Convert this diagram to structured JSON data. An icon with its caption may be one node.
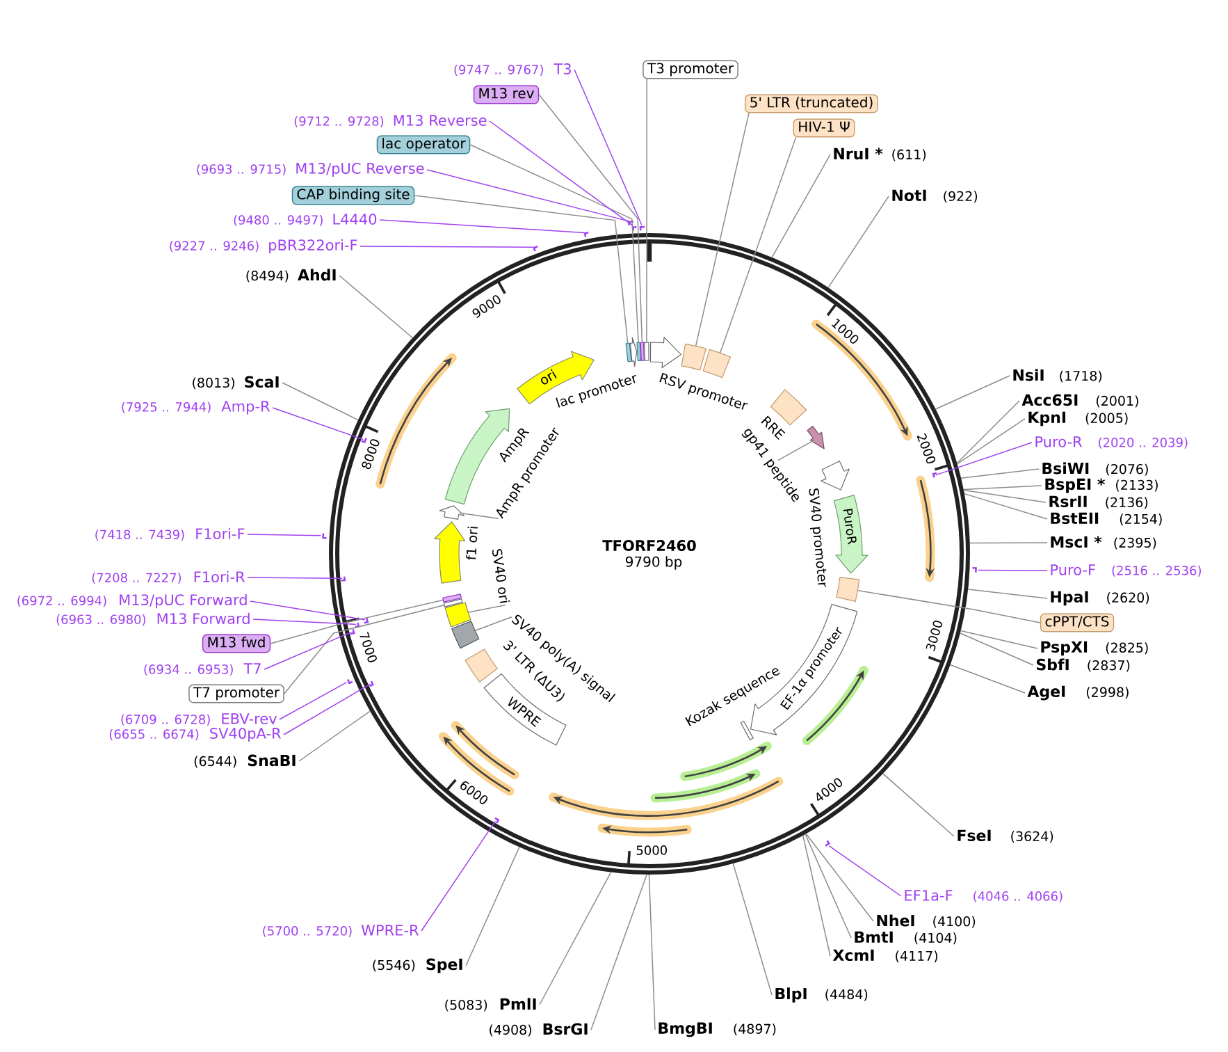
{
  "diagram": {
    "title": "TFORF2460",
    "nodes": [
      {
        "text": [
          "T3 promoter"
        ]
      },
      {
        "text": [
          "5' LTR (truncated)"
        ]
      },
      {
        "text": [
          "HIV-1 Ψ"
        ]
      },
      {
        "text": [
          "NruI *",
          "(611)"
        ]
      },
      {
        "text": [
          "NotI",
          "(922)"
        ]
      },
      {
        "text": [
          "NsiI",
          "(1718)"
        ]
      },
      {
        "text": [
          "Acc65I",
          "(2001)"
        ]
      },
      {
        "text": [
          "KpnI",
          "(2005)"
        ]
      },
      {
        "text": [
          "Puro-R",
          "(2020 .. 2039)"
        ]
      },
      {
        "text": [
          "BsiWI",
          "(2076)"
        ]
      },
      {
        "text": [
          "BspEI *",
          "(2133)"
        ]
      },
      {
        "text": [
          "RsrII",
          "(2136)"
        ]
      },
      {
        "text": [
          "BstEII",
          "(2154)"
        ]
      },
      {
        "text": [
          "MscI *",
          "(2395)"
        ]
      },
      {
        "text": [
          "Puro-F",
          "(2516 .. 2536)"
        ]
      },
      {
        "text": [
          "HpaI",
          "(2620)"
        ]
      },
      {
        "text": [
          "cPPT/CTS"
        ]
      },
      {
        "text": [
          "PspXI",
          "(2825)"
        ]
      },
      {
        "text": [
          "SbfI",
          "(2837)"
        ]
      },
      {
        "text": [
          "AgeI",
          "(2998)"
        ]
      },
      {
        "text": [
          "FseI",
          "(3624)"
        ]
      },
      {
        "text": [
          "EF1a-F",
          "(4046 .. 4066)"
        ]
      },
      {
        "text": [
          "NheI",
          "(4100)"
        ]
      },
      {
        "text": [
          "BmtI",
          "(4104)"
        ]
      },
      {
        "text": [
          "XcmI",
          "(4117)"
        ]
      },
      {
        "text": [
          "BlpI",
          "(4484)"
        ]
      },
      {
        "text": [
          "BmgBI",
          "(4897)"
        ]
      },
      {
        "text": [
          "(4908)",
          "BsrGI"
        ]
      },
      {
        "text": [
          "(5083)",
          "PmlI"
        ]
      },
      {
        "text": [
          "(5546)",
          "SpeI"
        ]
      },
      {
        "text": [
          "(5700 .. 5720)",
          "WPRE-R"
        ]
      },
      {
        "text": [
          "(6544)",
          "SnaBI"
        ]
      },
      {
        "text": [
          "(6655 .. 6674)",
          "SV40pA-R"
        ]
      },
      {
        "text": [
          "(6709 .. 6728)",
          "EBV-rev"
        ]
      },
      {
        "text": [
          "T7 promoter"
        ]
      },
      {
        "text": [
          "(6934 .. 6953)",
          "T7"
        ]
      },
      {
        "text": [
          "M13 fwd"
        ]
      },
      {
        "text": [
          "(6963 .. 6980)",
          "M13 Forward"
        ]
      },
      {
        "text": [
          "(6972 .. 6994)",
          "M13/pUC Forward"
        ]
      },
      {
        "text": [
          "(7208 .. 7227)",
          "F1ori-R"
        ]
      },
      {
        "text": [
          "(7418 .. 7439)",
          "F1ori-F"
        ]
      },
      {
        "text": [
          "(7925 .. 7944)",
          "Amp-R"
        ]
      },
      {
        "text": [
          "(8013)",
          "ScaI"
        ]
      },
      {
        "text": [
          "(8494)",
          "AhdI"
        ]
      },
      {
        "text": [
          "(9227 .. 9246)",
          "pBR322ori-F"
        ]
      },
      {
        "text": [
          "(9480 .. 9497)",
          "L4440"
        ]
      },
      {
        "text": [
          "CAP binding site"
        ]
      },
      {
        "text": [
          "(9693 .. 9715)",
          "M13/pUC Reverse"
        ]
      },
      {
        "text": [
          "lac operator"
        ]
      },
      {
        "text": [
          "(9712 .. 9728)",
          "M13 Reverse"
        ]
      },
      {
        "text": [
          "M13 rev"
        ]
      },
      {
        "text": [
          "(9747 .. 9767)",
          "T3"
        ]
      },
      {
        "text": [],
        "shape": "bar"
      },
      {
        "text": [],
        "shape": "bar"
      },
      {
        "text": [],
        "shape": "bar"
      },
      {
        "text": [],
        "shape": "bar"
      },
      {
        "text": [],
        "shape": "bar"
      },
      {
        "text": [],
        "shape": "bar"
      },
      {
        "text": [],
        "shape": "bar"
      },
      {
        "text": [],
        "shape": "bar"
      },
      {
        "text": [],
        "shape": "bar"
      },
      {
        "text": [],
        "shape": "bar"
      },
      {
        "text": [],
        "shape": "bar"
      },
      {
        "text": [],
        "shape": "bar"
      },
      {
        "text": [],
        "shape": "bar"
      },
      {
        "text": [],
        "shape": "bar"
      },
      {
        "text": [],
        "shape": "bar"
      },
      {
        "text": [],
        "shape": "bar"
      },
      {
        "text": [],
        "shape": "bar"
      },
      {
        "text": [],
        "shape": "arrow",
        "beside": [
          "RSV promoter"
        ]
      },
      {
        "text": [],
        "shape": "box"
      },
      {
        "text": [],
        "shape": "box"
      },
      {
        "text": [],
        "shape": "box",
        "beside": [
          "RRE"
        ]
      },
      {
        "text": [],
        "shape": "arrow"
      },
      {
        "text": [],
        "shape": "arrow",
        "beside": [
          "SV40 promoter"
        ]
      },
      {
        "text": [
          "PuroR"
        ]
      },
      {
        "text": [],
        "shape": "box"
      },
      {
        "text": [
          "EF-1α promoter"
        ]
      },
      {
        "text": [],
        "shape": "box",
        "beside": [
          "Kozak sequence"
        ]
      },
      {
        "text": [
          "WPRE"
        ]
      },
      {
        "text": [],
        "shape": "box",
        "beside": [
          "3' LTR (ΔU3)"
        ]
      },
      {
        "text": [],
        "shape": "box"
      },
      {
        "text": [],
        "shape": "box"
      },
      {
        "text": [],
        "shape": "box"
      },
      {
        "text": [],
        "shape": "box"
      },
      {
        "text": [],
        "shape": "arrow",
        "beside": [
          "f1 ori"
        ]
      },
      {
        "text": [],
        "shape": "arrow"
      },
      {
        "text": [],
        "shape": "arrow",
        "beside": [
          "AmpR"
        ]
      },
      {
        "text": [
          "ori"
        ]
      },
      {
        "text": [],
        "shape": "box"
      },
      {
        "text": [],
        "shape": "arrow"
      },
      {
        "text": [],
        "shape": "box"
      },
      {
        "text": [],
        "shape": "box"
      },
      {
        "text": [],
        "shape": "box"
      },
      {
        "text": [
          "gp41 peptide"
        ]
      },
      {
        "text": [
          "SV40 poly(A) signal"
        ]
      },
      {
        "text": [
          "SV40 ori"
        ]
      },
      {
        "text": [
          "AmpR promoter"
        ]
      }
    ],
    "edges": [
      {
        "from": 0,
        "to": 93,
        "arrow": "none"
      },
      {
        "from": 1,
        "to": 70,
        "arrow": "none"
      },
      {
        "from": 2,
        "to": 71,
        "arrow": "none"
      },
      {
        "from": 3,
        "to": null,
        "arrow": "none"
      },
      {
        "from": 4,
        "to": null,
        "arrow": "none"
      },
      {
        "from": 5,
        "to": null,
        "arrow": "none"
      },
      {
        "from": 6,
        "to": null,
        "arrow": "none"
      },
      {
        "from": 7,
        "to": null,
        "arrow": "none"
      },
      {
        "from": 8,
        "to": 52,
        "arrow": "none",
        "color": "#a040f0"
      },
      {
        "from": 9,
        "to": null,
        "arrow": "none"
      },
      {
        "from": 10,
        "to": null,
        "arrow": "none"
      },
      {
        "from": 11,
        "to": null,
        "arrow": "none"
      },
      {
        "from": 12,
        "to": null,
        "arrow": "none"
      },
      {
        "from": 13,
        "to": null,
        "arrow": "none"
      },
      {
        "from": 14,
        "to": 53,
        "arrow": "none",
        "color": "#a040f0"
      },
      {
        "from": 15,
        "to": null,
        "arrow": "none"
      },
      {
        "from": 16,
        "to": 76,
        "arrow": "none"
      },
      {
        "from": 17,
        "to": null,
        "arrow": "none"
      },
      {
        "from": 18,
        "to": null,
        "arrow": "none"
      },
      {
        "from": 19,
        "to": null,
        "arrow": "none"
      },
      {
        "from": 20,
        "to": null,
        "arrow": "none"
      },
      {
        "from": 21,
        "to": 54,
        "arrow": "none",
        "color": "#a040f0"
      },
      {
        "from": 22,
        "to": null,
        "arrow": "none"
      },
      {
        "from": 23,
        "to": null,
        "arrow": "none"
      },
      {
        "from": 24,
        "to": null,
        "arrow": "none"
      },
      {
        "from": 25,
        "to": null,
        "arrow": "none"
      },
      {
        "from": 26,
        "to": null,
        "arrow": "none"
      },
      {
        "from": 27,
        "to": null,
        "arrow": "none"
      },
      {
        "from": 28,
        "to": null,
        "arrow": "none"
      },
      {
        "from": 29,
        "to": null,
        "arrow": "none"
      },
      {
        "from": 30,
        "to": 55,
        "arrow": "none",
        "color": "#a040f0"
      },
      {
        "from": 31,
        "to": null,
        "arrow": "none"
      },
      {
        "from": 32,
        "to": 56,
        "arrow": "none",
        "color": "#a040f0"
      },
      {
        "from": 33,
        "to": 57,
        "arrow": "none",
        "color": "#a040f0"
      },
      {
        "from": 34,
        "to": 83,
        "arrow": "none"
      },
      {
        "from": 35,
        "to": 58,
        "arrow": "none",
        "color": "#a040f0"
      },
      {
        "from": 36,
        "to": 84,
        "arrow": "none"
      },
      {
        "from": 37,
        "to": 59,
        "arrow": "none",
        "color": "#a040f0"
      },
      {
        "from": 38,
        "to": 60,
        "arrow": "none",
        "color": "#a040f0"
      },
      {
        "from": 39,
        "to": 61,
        "arrow": "none",
        "color": "#a040f0"
      },
      {
        "from": 40,
        "to": 62,
        "arrow": "none",
        "color": "#a040f0"
      },
      {
        "from": 41,
        "to": 63,
        "arrow": "none",
        "color": "#a040f0"
      },
      {
        "from": 42,
        "to": null,
        "arrow": "none"
      },
      {
        "from": 43,
        "to": null,
        "arrow": "none"
      },
      {
        "from": 44,
        "to": 64,
        "arrow": "none",
        "color": "#a040f0"
      },
      {
        "from": 45,
        "to": 65,
        "arrow": "none",
        "color": "#a040f0"
      },
      {
        "from": 46,
        "to": 89,
        "arrow": "none"
      },
      {
        "from": 47,
        "to": 66,
        "arrow": "none",
        "color": "#a040f0"
      },
      {
        "from": 48,
        "to": 91,
        "arrow": "none"
      },
      {
        "from": 49,
        "to": 67,
        "arrow": "none",
        "color": "#a040f0"
      },
      {
        "from": 50,
        "to": 92,
        "arrow": "none"
      },
      {
        "from": 51,
        "to": 68,
        "arrow": "none",
        "color": "#a040f0"
      },
      {
        "from": 94,
        "to": 73,
        "arrow": "none"
      },
      {
        "from": 95,
        "to": 81,
        "arrow": "none"
      },
      {
        "from": 96,
        "to": 82,
        "arrow": "none"
      },
      {
        "from": 97,
        "to": 86,
        "arrow": "none"
      }
    ],
    "labels": [
      "1000",
      "2000",
      "3000",
      "4000",
      "5000",
      "6000",
      "7000",
      "8000",
      "9000",
      "9790 bp",
      "lac promoter"
    ]
  }
}
